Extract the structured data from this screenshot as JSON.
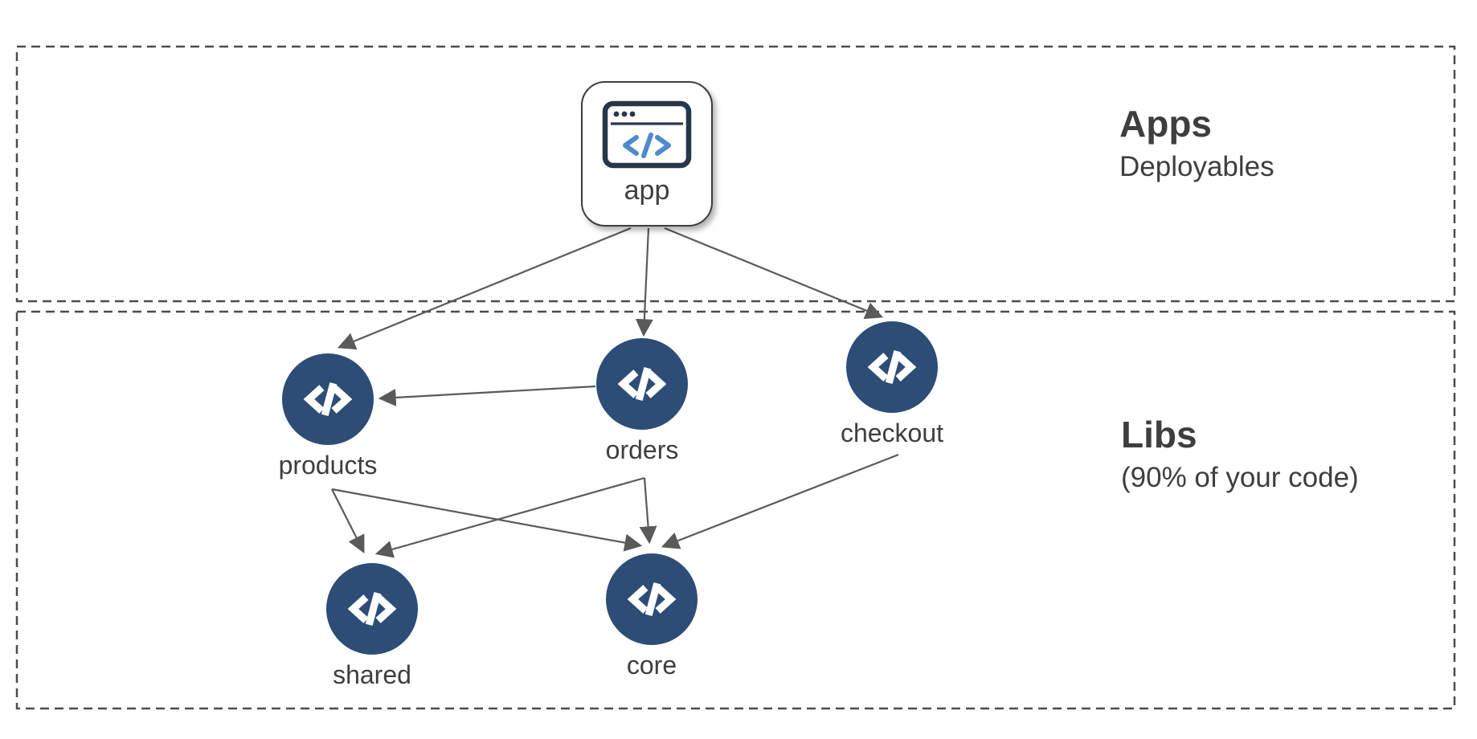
{
  "sections": [
    {
      "id": "apps",
      "title": "Apps",
      "subtitle": "Deployables"
    },
    {
      "id": "libs",
      "title": "Libs",
      "subtitle": "(90% of your code)"
    }
  ],
  "nodes": [
    {
      "id": "app",
      "label": "app",
      "type": "application",
      "section": "apps",
      "icon": "browser-code-icon"
    },
    {
      "id": "products",
      "label": "products",
      "type": "library",
      "section": "libs",
      "icon": "code-icon"
    },
    {
      "id": "orders",
      "label": "orders",
      "type": "library",
      "section": "libs",
      "icon": "code-icon"
    },
    {
      "id": "checkout",
      "label": "checkout",
      "type": "library",
      "section": "libs",
      "icon": "code-icon"
    },
    {
      "id": "shared",
      "label": "shared",
      "type": "library",
      "section": "libs",
      "icon": "code-icon"
    },
    {
      "id": "core",
      "label": "core",
      "type": "library",
      "section": "libs",
      "icon": "code-icon"
    }
  ],
  "edges": [
    {
      "from": "app",
      "to": "products"
    },
    {
      "from": "app",
      "to": "orders"
    },
    {
      "from": "app",
      "to": "checkout"
    },
    {
      "from": "orders",
      "to": "products"
    },
    {
      "from": "products",
      "to": "shared"
    },
    {
      "from": "products",
      "to": "core"
    },
    {
      "from": "orders",
      "to": "shared"
    },
    {
      "from": "orders",
      "to": "core"
    },
    {
      "from": "checkout",
      "to": "core"
    }
  ],
  "colors": {
    "node_fill": "#2d4d76",
    "arrow": "#5a5a5a",
    "section_border": "#4c4c4c",
    "text": "#3e3e3e",
    "icon_blue": "#4e8bcc",
    "icon_navy": "#27374a",
    "background": "#ffffff"
  }
}
